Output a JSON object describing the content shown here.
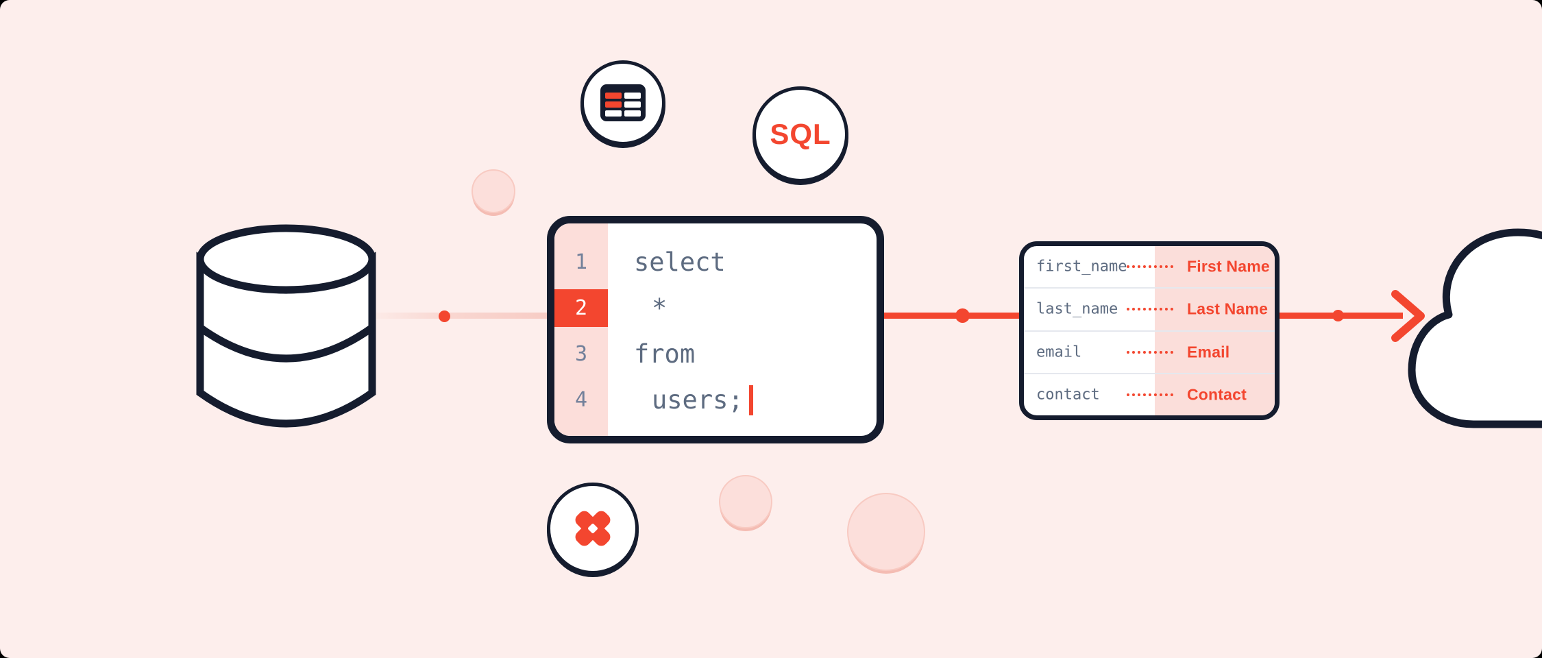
{
  "colors": {
    "background": "#fdeeec",
    "accent_red": "#f3462f",
    "navy_outline": "#151c2e",
    "soft_pink": "#fcdeda",
    "slate_text": "#5d6b80",
    "gutter_number": "#72809a",
    "row_divider": "#e5e8ee",
    "connector_faded_pink": "#f7ccc5"
  },
  "icons": {
    "database": "database-cylinder-icon",
    "table_badge": "table-grid-icon",
    "sql_badge": "sql-text-badge",
    "dbt_badge": "dbt-logo-icon",
    "cloud": "cloud-icon",
    "arrow": "arrow-right-icon"
  },
  "editor": {
    "highlighted_line": "2",
    "lines": [
      {
        "num": "1",
        "text": "select"
      },
      {
        "num": "2",
        "text": "*"
      },
      {
        "num": "3",
        "text": "from"
      },
      {
        "num": "4",
        "text": "users;"
      }
    ]
  },
  "badges": {
    "sql_label": "SQL"
  },
  "mapping_table": {
    "rows": [
      {
        "source": "first_name",
        "target": "First Name"
      },
      {
        "source": "last_name",
        "target": "Last Name"
      },
      {
        "source": "email",
        "target": "Email"
      },
      {
        "source": "contact",
        "target": "Contact"
      }
    ]
  }
}
